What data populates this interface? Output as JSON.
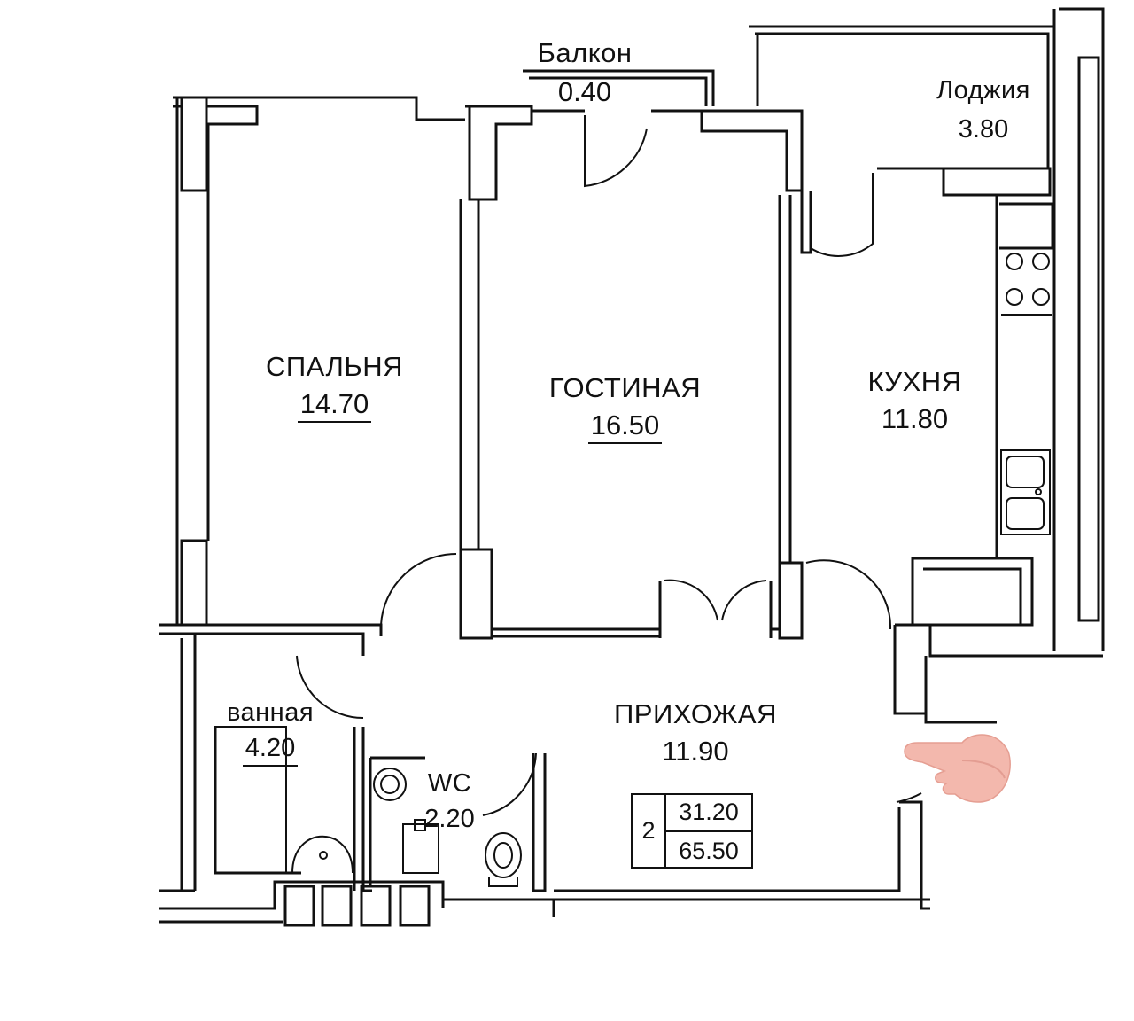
{
  "rooms": {
    "balcony": {
      "name": "Балкон",
      "area": "0.40"
    },
    "loggia": {
      "name": "Лоджия",
      "area": "3.80"
    },
    "bedroom": {
      "name": "СПАЛЬНЯ",
      "area": "14.70"
    },
    "living": {
      "name": "ГОСТИНАЯ",
      "area": "16.50"
    },
    "kitchen": {
      "name": "КУХНЯ",
      "area": "11.80"
    },
    "bathroom": {
      "name": "ванная",
      "area": "4.20"
    },
    "wc": {
      "name": "WC",
      "area": "2.20"
    },
    "hallway": {
      "name": "ПРИХОЖАЯ",
      "area": "11.90"
    }
  },
  "totals": {
    "rooms": "2",
    "living_area": "31.20",
    "total_area": "65.50"
  },
  "icons": [
    "pointing-hand-icon",
    "stove-icon",
    "sink-icon",
    "bathtub-icon",
    "toilet-icon",
    "washbasin-icon",
    "door-arc-icon"
  ],
  "colors": {
    "wall": "#111111",
    "background": "#ffffff",
    "pointer": "#f3b8ad"
  }
}
